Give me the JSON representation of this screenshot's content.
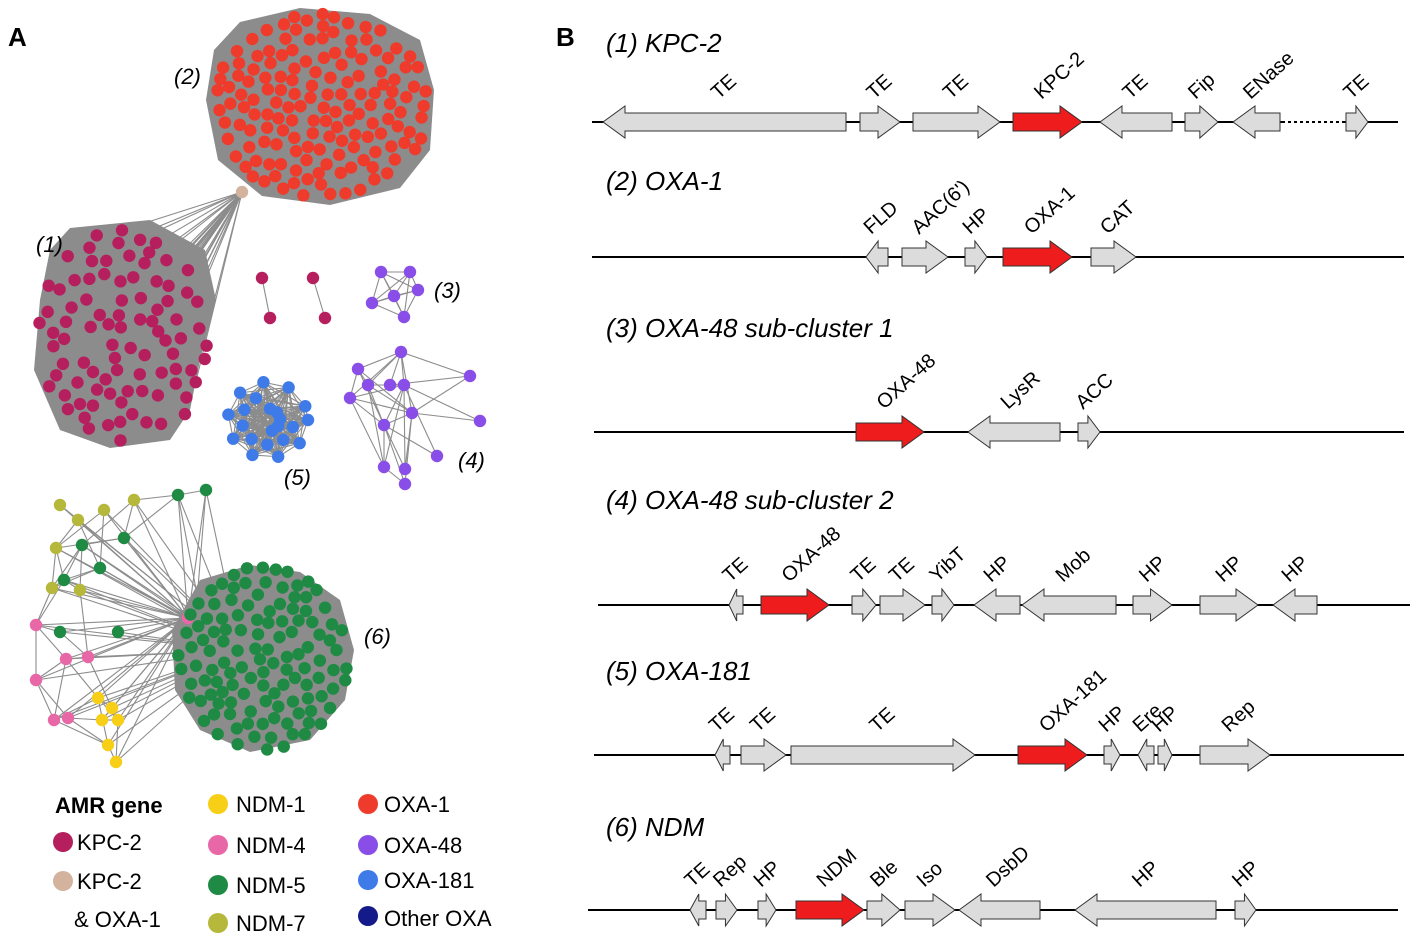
{
  "panels": {
    "a": "A",
    "b": "B"
  },
  "network": {
    "clusters": [
      {
        "label": "(1)",
        "color": "#b51f5e",
        "count": 90
      },
      {
        "label": "(2)",
        "color": "#ee3b2b",
        "count": 150
      },
      {
        "label": "(3)",
        "color": "#8a4ee8",
        "count": 6
      },
      {
        "label": "(4)",
        "color": "#8a4ee8",
        "count": 14
      },
      {
        "label": "(5)",
        "color": "#3f7be8",
        "count": 22
      },
      {
        "label": "(6)",
        "color": "#1f8a44",
        "count": 120
      }
    ],
    "edge_color": "#8c8c8c",
    "hub_color": "#d3b39e"
  },
  "legend": {
    "title": "AMR gene",
    "items": [
      {
        "label": "KPC-2",
        "color": "#b51f5e"
      },
      {
        "label": "KPC-2",
        "label2": "& OXA-1",
        "color": "#d3b39e"
      },
      {
        "label": "NDM-1",
        "color": "#f7cf17"
      },
      {
        "label": "NDM-4",
        "color": "#e867a6"
      },
      {
        "label": "NDM-5",
        "color": "#1f8a44"
      },
      {
        "label": "NDM-7",
        "color": "#b5b83a"
      },
      {
        "label": "OXA-1",
        "color": "#ee3b2b"
      },
      {
        "label": "OXA-48",
        "color": "#8a4ee8"
      },
      {
        "label": "OXA-181",
        "color": "#3f7be8"
      },
      {
        "label": "Other OXA",
        "color": "#151a8a"
      }
    ]
  },
  "tracks": [
    {
      "title": "(1) KPC-2",
      "genes": [
        {
          "label": "TE",
          "dir": "left",
          "amr": false
        },
        {
          "label": "TE",
          "dir": "right",
          "amr": false
        },
        {
          "label": "TE",
          "dir": "right",
          "amr": false
        },
        {
          "label": "KPC-2",
          "dir": "right",
          "amr": true
        },
        {
          "label": "TE",
          "dir": "left",
          "amr": false
        },
        {
          "label": "Fip",
          "dir": "right",
          "amr": false
        },
        {
          "label": "ENase",
          "dir": "left",
          "amr": false
        },
        {
          "label": "TE",
          "dir": "right",
          "amr": false
        }
      ]
    },
    {
      "title": "(2) OXA-1",
      "genes": [
        {
          "label": "FLD",
          "dir": "left",
          "amr": false
        },
        {
          "label": "AAC(6')",
          "dir": "right",
          "amr": false
        },
        {
          "label": "HP",
          "dir": "right",
          "amr": false
        },
        {
          "label": "OXA-1",
          "dir": "right",
          "amr": true
        },
        {
          "label": "CAT",
          "dir": "right",
          "amr": false
        }
      ]
    },
    {
      "title": "(3) OXA-48 sub-cluster 1",
      "genes": [
        {
          "label": "OXA-48",
          "dir": "right",
          "amr": true
        },
        {
          "label": "LysR",
          "dir": "left",
          "amr": false
        },
        {
          "label": "ACC",
          "dir": "right",
          "amr": false
        }
      ]
    },
    {
      "title": "(4) OXA-48 sub-cluster 2",
      "genes": [
        {
          "label": "TE",
          "dir": "left",
          "amr": false
        },
        {
          "label": "OXA-48",
          "dir": "right",
          "amr": true
        },
        {
          "label": "TE",
          "dir": "right",
          "amr": false
        },
        {
          "label": "TE",
          "dir": "right",
          "amr": false
        },
        {
          "label": "YibT",
          "dir": "right",
          "amr": false
        },
        {
          "label": "HP",
          "dir": "left",
          "amr": false
        },
        {
          "label": "Mob",
          "dir": "left",
          "amr": false
        },
        {
          "label": "HP",
          "dir": "right",
          "amr": false
        },
        {
          "label": "HP",
          "dir": "right",
          "amr": false
        },
        {
          "label": "HP",
          "dir": "left",
          "amr": false
        }
      ]
    },
    {
      "title": "(5) OXA-181",
      "genes": [
        {
          "label": "TE",
          "dir": "left",
          "amr": false
        },
        {
          "label": "TE",
          "dir": "right",
          "amr": false
        },
        {
          "label": "TE",
          "dir": "right",
          "amr": false
        },
        {
          "label": "OXA-181",
          "dir": "right",
          "amr": true
        },
        {
          "label": "HP",
          "dir": "right",
          "amr": false
        },
        {
          "label": "Ere",
          "dir": "left",
          "amr": false
        },
        {
          "label": "HP",
          "dir": "right",
          "amr": false
        },
        {
          "label": "Rep",
          "dir": "right",
          "amr": false
        }
      ]
    },
    {
      "title": "(6) NDM",
      "genes": [
        {
          "label": "TE",
          "dir": "left",
          "amr": false
        },
        {
          "label": "Rep",
          "dir": "right",
          "amr": false
        },
        {
          "label": "HP",
          "dir": "right",
          "amr": false
        },
        {
          "label": "NDM",
          "dir": "right",
          "amr": true
        },
        {
          "label": "Ble",
          "dir": "right",
          "amr": false
        },
        {
          "label": "Iso",
          "dir": "right",
          "amr": false
        },
        {
          "label": "DsbD",
          "dir": "left",
          "amr": false
        },
        {
          "label": "HP",
          "dir": "left",
          "amr": false
        },
        {
          "label": "HP",
          "dir": "right",
          "amr": false
        }
      ]
    }
  ],
  "colors": {
    "amr_gene": "#ee1c1c",
    "other_gene": "#dcdcdc",
    "backbone": "#000000"
  }
}
